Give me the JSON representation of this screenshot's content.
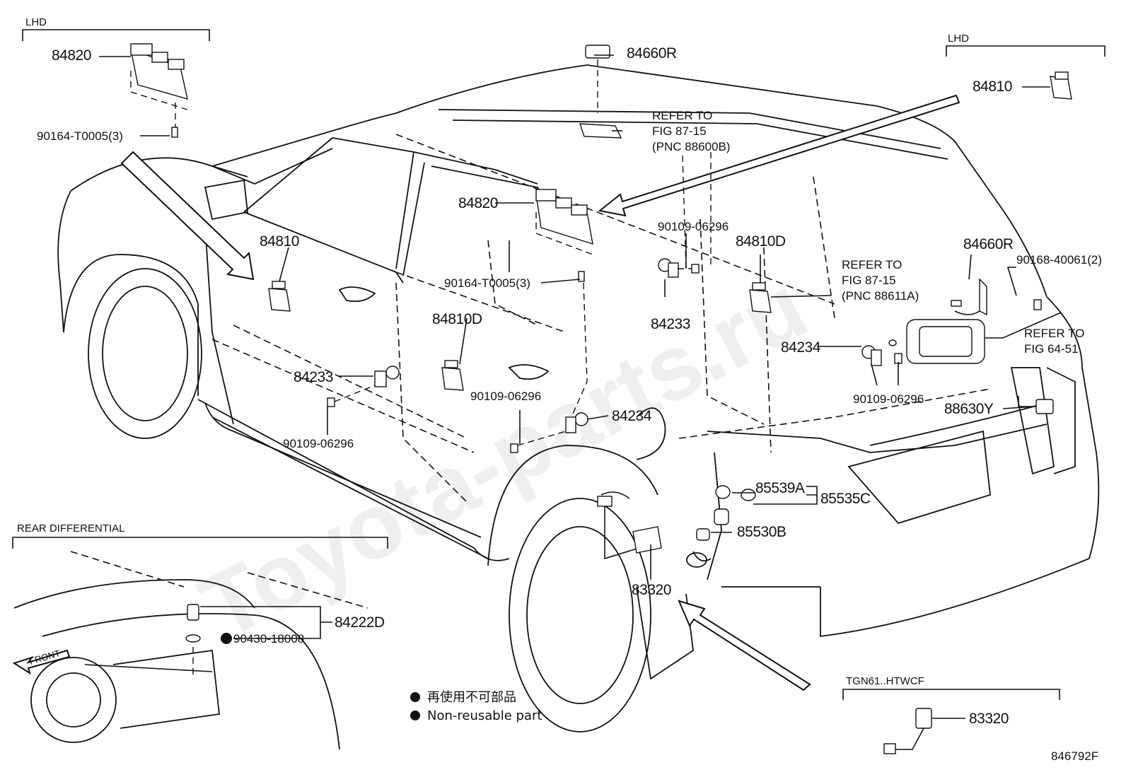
{
  "diagram_id": "846792F",
  "watermark": "Toyota-parts.ru",
  "sections": {
    "lhd_left": "LHD",
    "lhd_right": "LHD",
    "rear_differential": "REAR DIFFERENTIAL",
    "tgn": "TGN61..HTWCF"
  },
  "labels": {
    "p84820_a": "84820",
    "p90164_a": "90164-T0005(3)",
    "p84660r_a": "84660R",
    "refer_8715_a_1": "REFER TO",
    "refer_8715_a_2": "FIG 87-15",
    "refer_8715_a_3": "(PNC 88600B)",
    "p84810_a": "84810",
    "p84820_b": "84820",
    "p90109_a": "90109-06296",
    "p84810d_a": "84810D",
    "p84810_b": "84810",
    "p90164_b": "90164-T0005(3)",
    "p84660r_b": "84660R",
    "p90168": "90168-40061(2)",
    "refer_8715_b_1": "REFER TO",
    "refer_8715_b_2": "FIG 87-15",
    "refer_8715_b_3": "(PNC 88611A)",
    "p84233_a": "84233",
    "p84234_a": "84234",
    "refer_6451_1": "REFER TO",
    "refer_6451_2": "FIG 64-51",
    "p84810d_b": "84810D",
    "p84233_b": "84233",
    "p90109_b": "90109-06296",
    "p90109_c": "90109-06296",
    "p88630y": "88630Y",
    "p84234_b": "84234",
    "p90109_d": "90109-06296",
    "p85539a": "85539A",
    "p85535c": "85535C",
    "p85530b": "85530B",
    "p83320_a": "83320",
    "p84222d": "84222D",
    "p90430": "90430-18008",
    "front": "FRONT",
    "p83320_b": "83320"
  },
  "legend": {
    "line1": "再使用不可部品",
    "line2": "Non-reusable part"
  }
}
